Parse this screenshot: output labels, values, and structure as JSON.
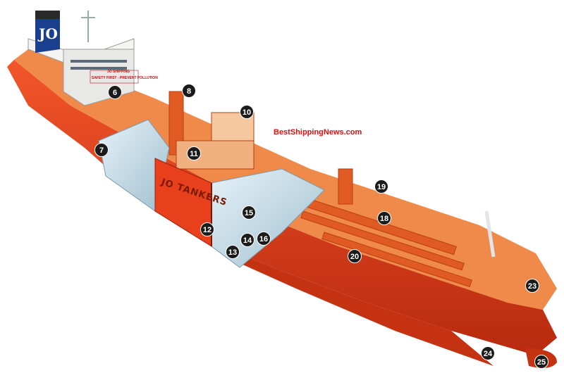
{
  "watermark": "BestShippingNews.com",
  "hull_name": "JO TANKERS",
  "funnel_logo": "JO",
  "bridge_sign": [
    "JO SHIPPING",
    "SAFETY FIRST - PREVENT POLLUTION"
  ],
  "markers": [
    "6",
    "7",
    "8",
    "10",
    "11",
    "12",
    "13",
    "14",
    "15",
    "16",
    "18",
    "19",
    "20",
    "23",
    "24",
    "25"
  ],
  "colors": {
    "hull": "#e8401c",
    "hull_dark": "#b02a10",
    "deck": "#f08a4a",
    "tank": "#cfe4ee",
    "funnel": "#1a3f8f"
  }
}
